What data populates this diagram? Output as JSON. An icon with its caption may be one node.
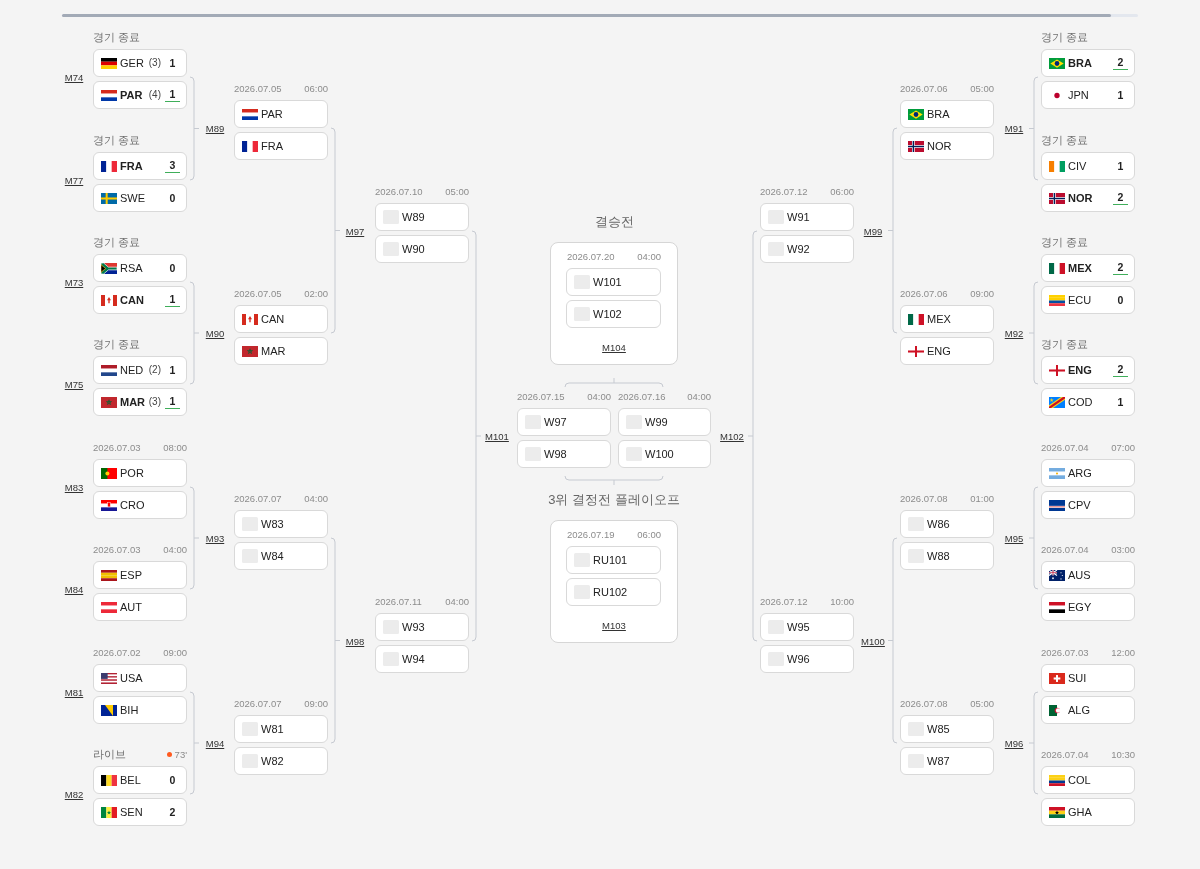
{
  "diagram": {
    "nodes": [
      {
        "text": [
          "GER",
          "(3)",
          "1"
        ]
      },
      {
        "text": [
          "PAR",
          "(4)",
          "1"
        ]
      },
      {
        "text": [
          "FRA",
          "3"
        ]
      },
      {
        "text": [
          "SWE",
          "0"
        ]
      },
      {
        "text": [
          "RSA",
          "0"
        ]
      },
      {
        "text": [
          "CAN",
          "1"
        ]
      },
      {
        "text": [
          "NED",
          "(2)",
          "1"
        ]
      },
      {
        "text": [
          "MAR",
          "(3)",
          "1"
        ]
      },
      {
        "text": [
          "POR"
        ]
      },
      {
        "text": [
          "CRO"
        ]
      },
      {
        "text": [
          "ESP"
        ]
      },
      {
        "text": [
          "AUT"
        ]
      },
      {
        "text": [
          "USA"
        ]
      },
      {
        "text": [
          "BIH"
        ]
      },
      {
        "text": [
          "BEL",
          "0"
        ]
      },
      {
        "text": [
          "SEN",
          "2"
        ]
      },
      {
        "text": [
          "PAR"
        ]
      },
      {
        "text": [
          "FRA"
        ]
      },
      {
        "text": [
          "CAN"
        ]
      },
      {
        "text": [
          "MAR"
        ]
      },
      {
        "text": [
          "W83"
        ]
      },
      {
        "text": [
          "W84"
        ]
      },
      {
        "text": [
          "W81"
        ]
      },
      {
        "text": [
          "W82"
        ]
      },
      {
        "text": [
          "W89"
        ]
      },
      {
        "text": [
          "W90"
        ]
      },
      {
        "text": [
          "W93"
        ]
      },
      {
        "text": [
          "W94"
        ]
      },
      {
        "text": [
          "결승전",
          "2026.07.20",
          "04:00",
          "M104"
        ]
      },
      {
        "text": [
          "W101"
        ],
        "in": 28
      },
      {
        "text": [
          "W102"
        ],
        "in": 28
      },
      {
        "text": [
          "W97"
        ]
      },
      {
        "text": [
          "W98"
        ]
      },
      {
        "text": [
          "W99"
        ]
      },
      {
        "text": [
          "W100"
        ]
      },
      {
        "text": [
          "3위 결정전 플레이오프",
          "2026.07.19",
          "06:00",
          "M103"
        ]
      },
      {
        "text": [
          "RU101"
        ],
        "in": 35
      },
      {
        "text": [
          "RU102"
        ],
        "in": 35
      },
      {
        "text": [
          "W91"
        ]
      },
      {
        "text": [
          "W92"
        ]
      },
      {
        "text": [
          "W95"
        ]
      },
      {
        "text": [
          "W96"
        ]
      },
      {
        "text": [
          "BRA"
        ]
      },
      {
        "text": [
          "NOR"
        ]
      },
      {
        "text": [
          "MEX"
        ]
      },
      {
        "text": [
          "ENG"
        ]
      },
      {
        "text": [
          "W86"
        ]
      },
      {
        "text": [
          "W88"
        ]
      },
      {
        "text": [
          "W85"
        ]
      },
      {
        "text": [
          "W87"
        ]
      },
      {
        "text": [
          "BRA",
          "2"
        ]
      },
      {
        "text": [
          "JPN",
          "1"
        ]
      },
      {
        "text": [
          "CIV",
          "1"
        ]
      },
      {
        "text": [
          "NOR",
          "2"
        ]
      },
      {
        "text": [
          "MEX",
          "2"
        ]
      },
      {
        "text": [
          "ECU",
          "0"
        ]
      },
      {
        "text": [
          "ENG",
          "2"
        ]
      },
      {
        "text": [
          "COD",
          "1"
        ]
      },
      {
        "text": [
          "ARG"
        ]
      },
      {
        "text": [
          "CPV"
        ]
      },
      {
        "text": [
          "AUS"
        ]
      },
      {
        "text": [
          "EGY"
        ]
      },
      {
        "text": [
          "SUI"
        ]
      },
      {
        "text": [
          "ALG"
        ]
      },
      {
        "text": [
          "COL"
        ]
      },
      {
        "text": [
          "GHA"
        ]
      }
    ],
    "labels": [
      "경기 종료",
      "M74",
      "경기 종료",
      "M77",
      "경기 종료",
      "M73",
      "경기 종료",
      "M75",
      "2026.07.03",
      "08:00",
      "M83",
      "2026.07.03",
      "04:00",
      "M84",
      "2026.07.02",
      "09:00",
      "M81",
      "라이브",
      "73'",
      "M82",
      "2026.07.05",
      "06:00",
      "M89",
      "2026.07.05",
      "02:00",
      "M90",
      "2026.07.07",
      "04:00",
      "M93",
      "2026.07.07",
      "09:00",
      "M94",
      "2026.07.10",
      "05:00",
      "M97",
      "2026.07.11",
      "04:00",
      "M98",
      "M101",
      "2026.07.15",
      "04:00",
      "2026.07.16",
      "04:00",
      "M102",
      "2026.07.12",
      "06:00",
      "M99",
      "2026.07.12",
      "10:00",
      "M100",
      "2026.07.06",
      "05:00",
      "M91",
      "2026.07.06",
      "09:00",
      "M92",
      "2026.07.08",
      "01:00",
      "M95",
      "2026.07.08",
      "05:00",
      "M96",
      "경기 종료",
      "경기 종료",
      "경기 종료",
      "경기 종료",
      "2026.07.04",
      "07:00",
      "2026.07.04",
      "03:00",
      "2026.07.03",
      "12:00",
      "2026.07.04",
      "10:30"
    ]
  }
}
